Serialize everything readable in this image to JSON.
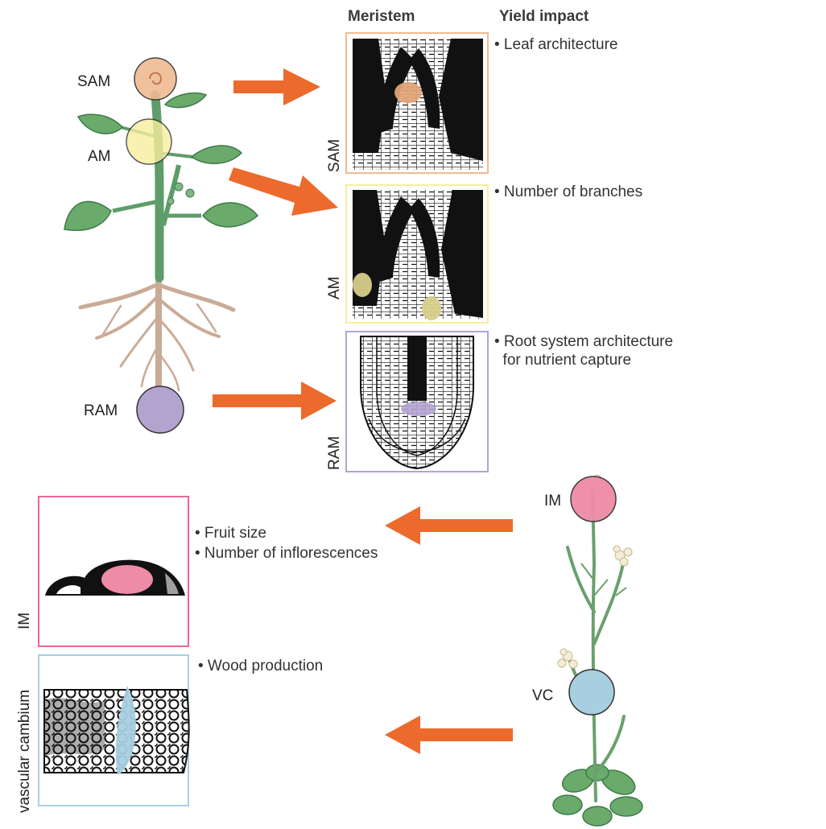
{
  "headers": {
    "meristem": "Meristem",
    "yield_impact": "Yield impact"
  },
  "plant_labels": {
    "sam": "SAM",
    "am": "AM",
    "ram": "RAM",
    "im": "IM",
    "vc": "VC"
  },
  "panel_labels": {
    "sam": "SAM",
    "am": "AM",
    "ram": "RAM",
    "im": "IM",
    "vc": "vascular cambium"
  },
  "yield": {
    "sam": [
      "• Leaf architecture"
    ],
    "am": [
      "• Number of branches"
    ],
    "ram": [
      "• Root system architecture",
      "  for nutrient capture"
    ],
    "im": [
      "• Fruit size",
      "• Number of inflorescences"
    ],
    "vc": [
      "• Wood production"
    ]
  },
  "colors": {
    "arrow": "#ec6a2c",
    "sam": "#f0bb93",
    "am": "#f8ee9e",
    "ram": "#b3a3cf",
    "im": "#ee8ba6",
    "vc": "#a8cfe0",
    "stem": "#5e9c6a",
    "leaf": "#6aaa6b",
    "root": "#c9ab96"
  }
}
